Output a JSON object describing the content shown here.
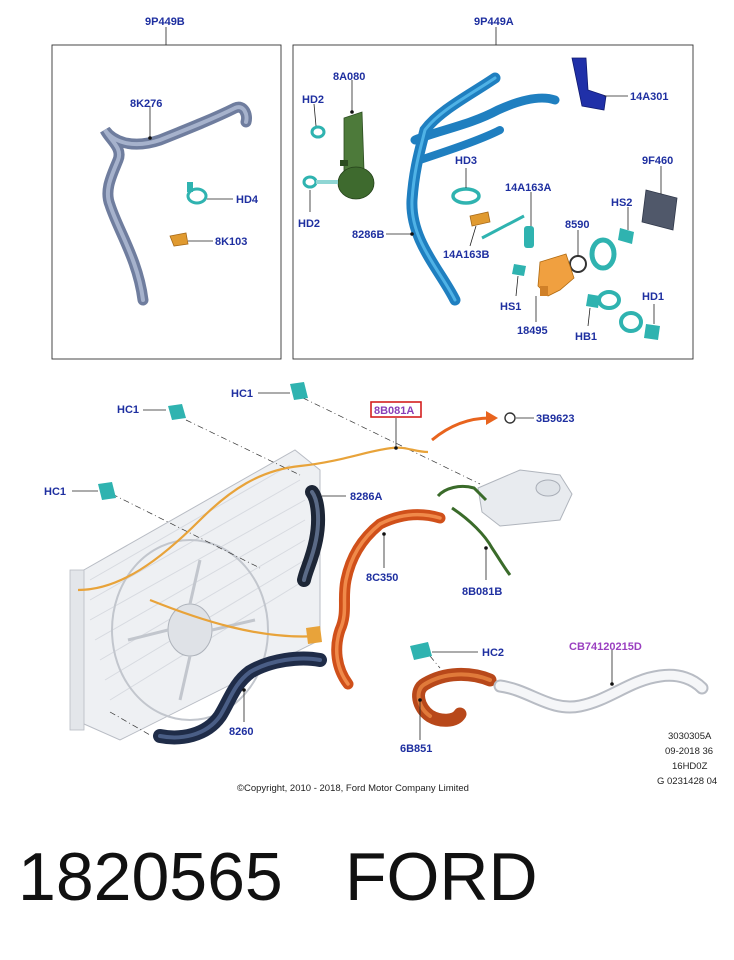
{
  "panels": {
    "left_box_label": "9P449B",
    "right_box_label": "9P449A"
  },
  "labels": {
    "k8k276": "8K276",
    "hd4": "HD4",
    "k8k103": "8K103",
    "a8a080": "8A080",
    "hd2_top": "HD2",
    "hd2_bottom": "HD2",
    "b8286b": "8286B",
    "a14a301": "14A301",
    "hd3": "HD3",
    "a14a163a": "14A163A",
    "a14a163b": "14A163B",
    "f9f460": "9F460",
    "hs2": "HS2",
    "n8590": "8590",
    "hs1": "HS1",
    "n18495": "18495",
    "hb1": "HB1",
    "hd1": "HD1",
    "hc1_a": "HC1",
    "hc1_b": "HC1",
    "hc1_c": "HC1",
    "b8b081a": "8B081A",
    "b3b623": "3B9623",
    "a8286a": "8286A",
    "c8c350": "8C350",
    "b8b081b": "8B081B",
    "hc2": "HC2",
    "cb74": "CB74120215D",
    "n8260": "8260",
    "b6b851": "6B851"
  },
  "doc_code": {
    "line1": "3030305A",
    "line2": "09-2018 36",
    "line3": "16HD0Z",
    "line4": "G 0231428 04"
  },
  "copyright": "©Copyright, 2010 - 2018, Ford Motor Company Limited",
  "footer": {
    "part_number": "1820565",
    "brand": "FORD"
  },
  "colors": {
    "label_blue": "#1e2fa0",
    "highlight_box": "#d42020",
    "purple_label": "#9a3fc0",
    "hose_grey": "#7c8aa8",
    "hose_blue": "#1f86c9",
    "hose_orange": "#e8641e",
    "hose_green": "#3a6b2a",
    "pipe_yellow": "#e8a33a",
    "hose_navy": "#2e3f62",
    "clip_teal": "#2fb3b0",
    "part_orange": "#f0a040",
    "arrow": "#e8641e"
  }
}
